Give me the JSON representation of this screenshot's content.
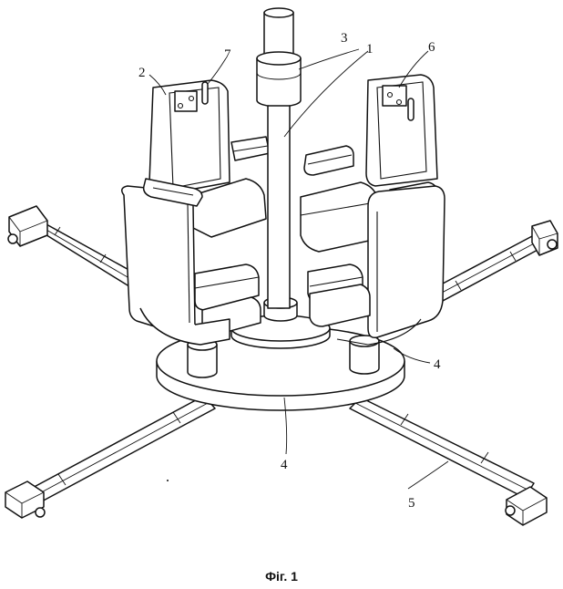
{
  "figure": {
    "caption": "Фіг. 1",
    "labels": [
      {
        "id": "l1",
        "text": "1"
      },
      {
        "id": "l2",
        "text": "2"
      },
      {
        "id": "l3",
        "text": "3"
      },
      {
        "id": "l4a",
        "text": "4"
      },
      {
        "id": "l4b",
        "text": "4"
      },
      {
        "id": "l5",
        "text": "5"
      },
      {
        "id": "l6",
        "text": "6"
      },
      {
        "id": "l7",
        "text": "7"
      }
    ]
  }
}
